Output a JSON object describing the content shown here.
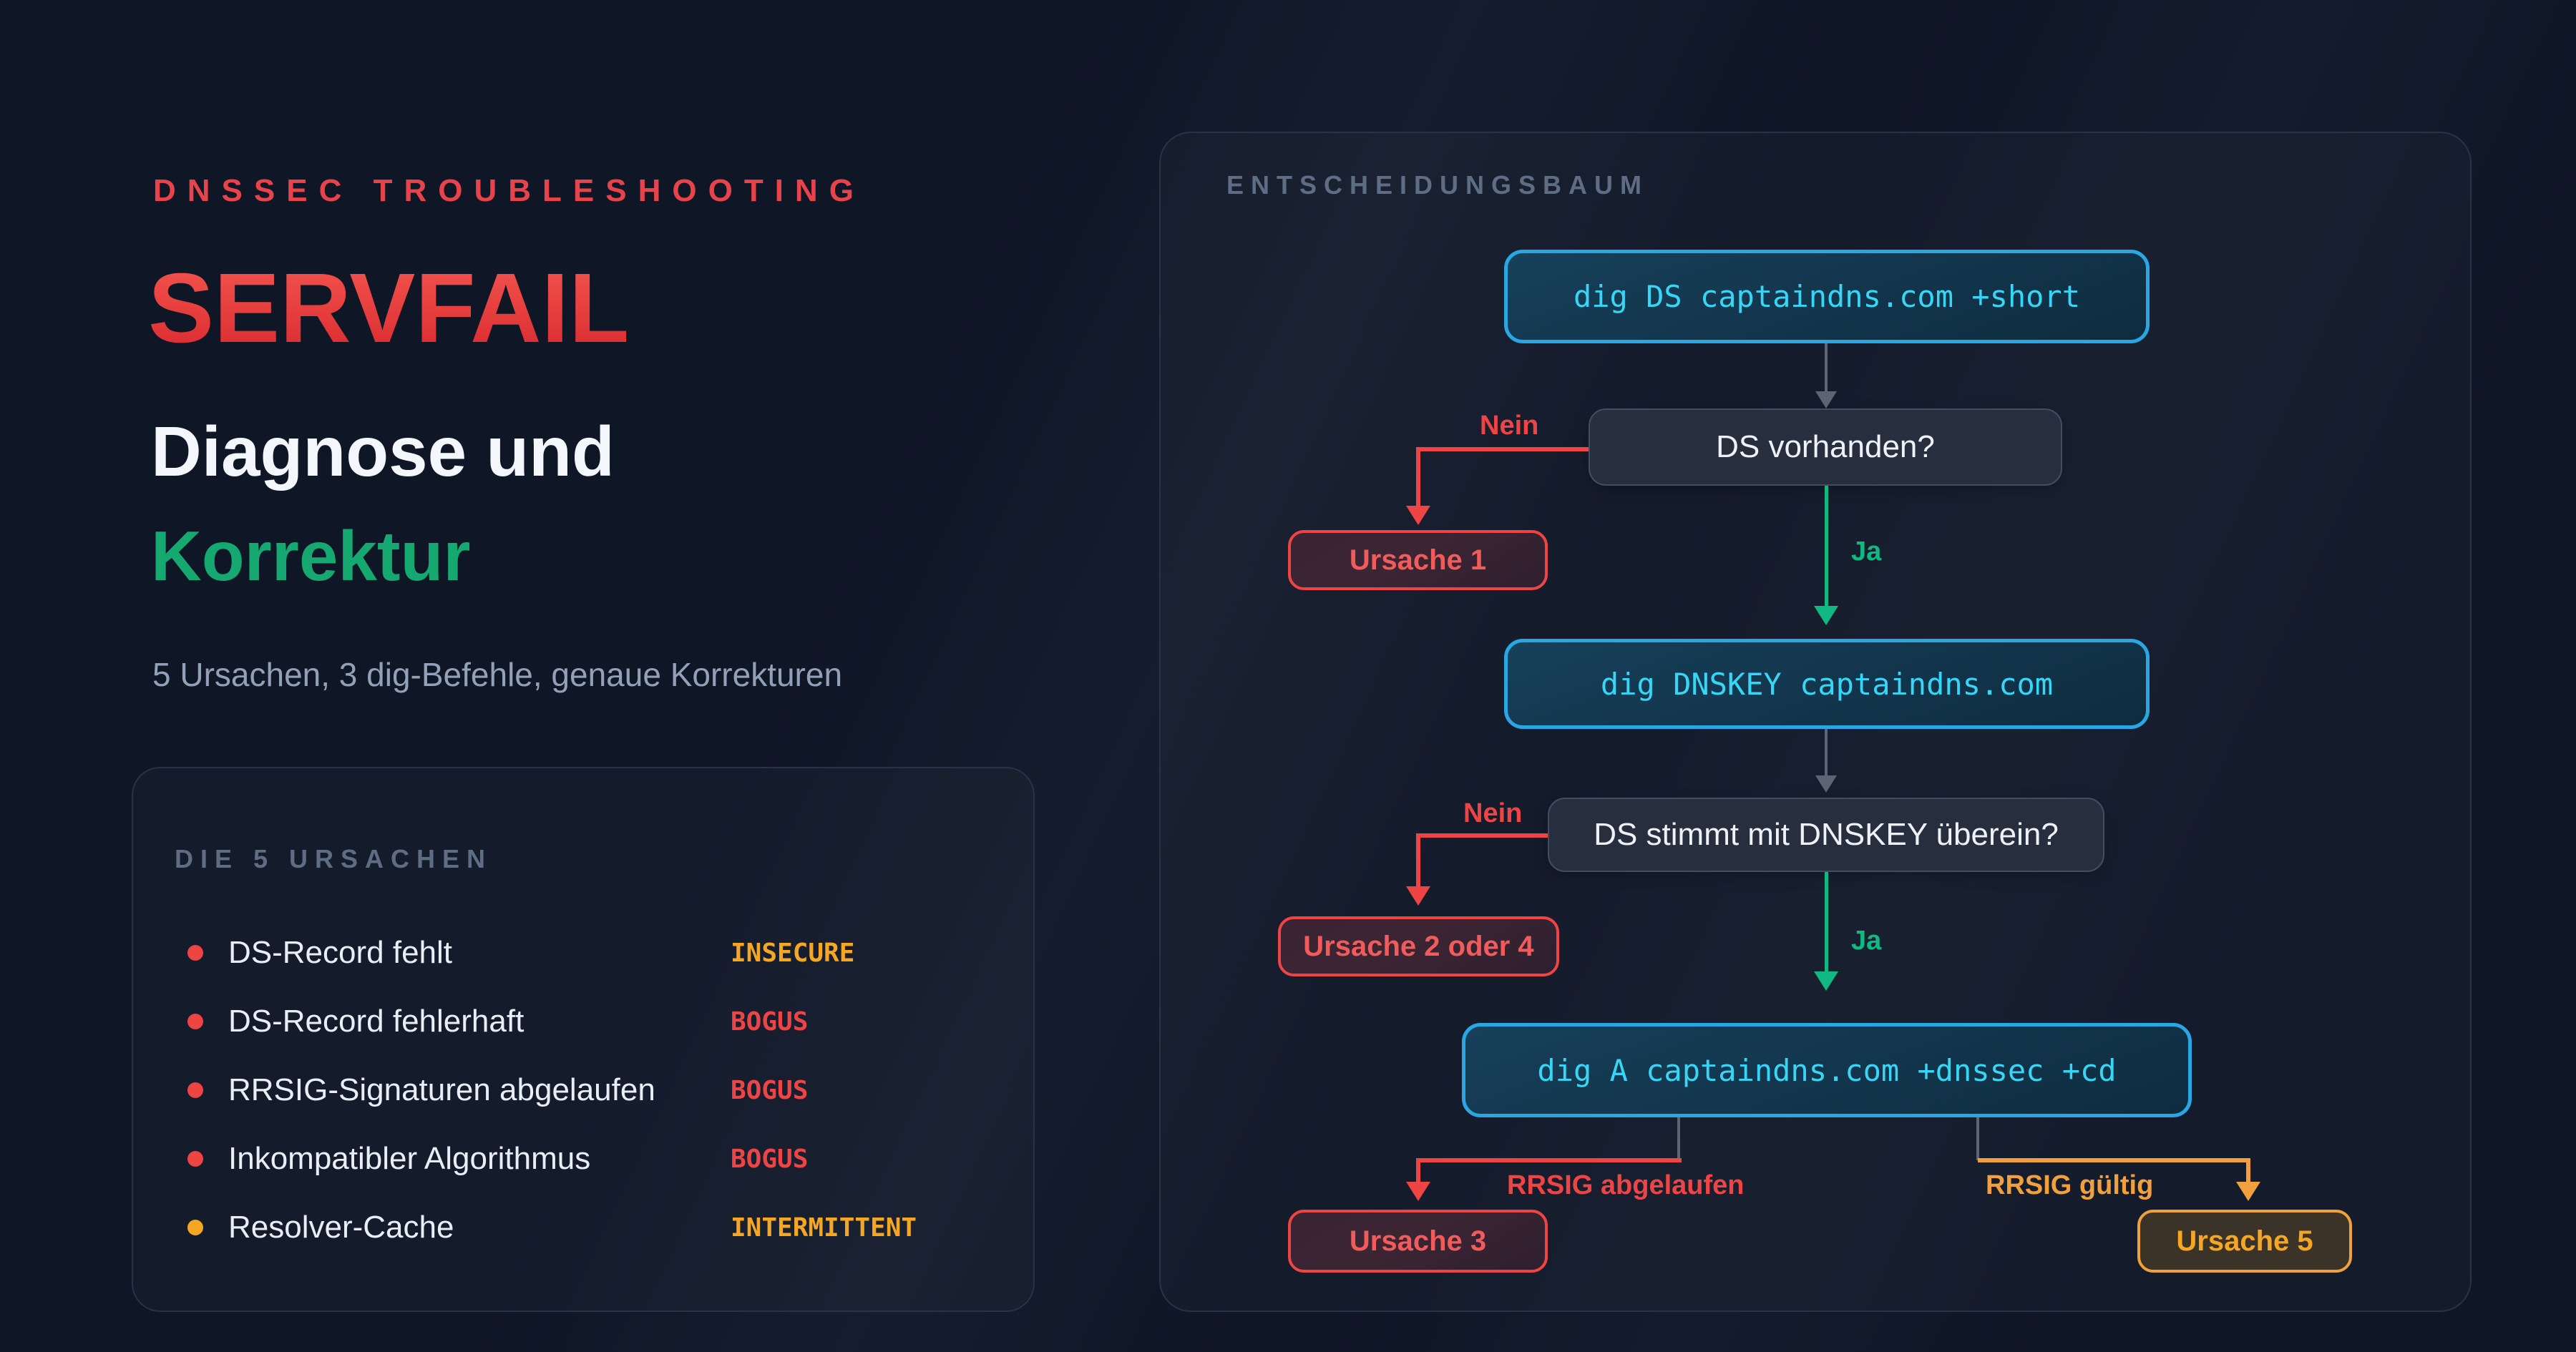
{
  "hero": {
    "kicker": "DNSSEC TROUBLESHOOTING",
    "title": "SERVFAIL",
    "subtitle_line1": "Diagnose und",
    "subtitle_line2": "Korrektur",
    "tagline": "5 Ursachen, 3 dig-Befehle, genaue Korrekturen"
  },
  "causes": {
    "header": "DIE 5 URSACHEN",
    "items": [
      {
        "label": "DS-Record fehlt",
        "status": "INSECURE",
        "status_color": "#f5a623",
        "bullet_color": "#ef4444"
      },
      {
        "label": "DS-Record fehlerhaft",
        "status": "BOGUS",
        "status_color": "#ef4444",
        "bullet_color": "#ef4444"
      },
      {
        "label": "RRSIG-Signaturen abgelaufen",
        "status": "BOGUS",
        "status_color": "#ef4444",
        "bullet_color": "#ef4444"
      },
      {
        "label": "Inkompatibler Algorithmus",
        "status": "BOGUS",
        "status_color": "#ef4444",
        "bullet_color": "#ef4444"
      },
      {
        "label": "Resolver-Cache",
        "status": "INTERMITTENT",
        "status_color": "#f5a623",
        "bullet_color": "#f5a623"
      }
    ]
  },
  "tree": {
    "header": "ENTSCHEIDUNGSBAUM",
    "command1": "dig DS captaindns.com +short",
    "command2": "dig DNSKEY captaindns.com",
    "command3": "dig A captaindns.com +dnssec +cd",
    "question1": "DS vorhanden?",
    "question2": "DS stimmt mit DNSKEY überein?",
    "label_no1": "Nein",
    "label_yes1": "Ja",
    "label_no2": "Nein",
    "label_yes2": "Ja",
    "branch_expired": "RRSIG abgelaufen",
    "branch_valid": "RRSIG gültig",
    "outcome_1": "Ursache 1",
    "outcome_2_4": "Ursache 2 oder 4",
    "outcome_3": "Ursache 3",
    "outcome_5": "Ursache 5"
  },
  "colors": {
    "background": "#0f1626",
    "red": "#ef4444",
    "green": "#10b981",
    "orange": "#f5a623",
    "cyan_text": "#38d6f6",
    "cyan_border": "#2aa7e2",
    "gray_connector": "#5b6574",
    "muted_header": "#5e6c84",
    "body_text": "#e9eef6"
  }
}
